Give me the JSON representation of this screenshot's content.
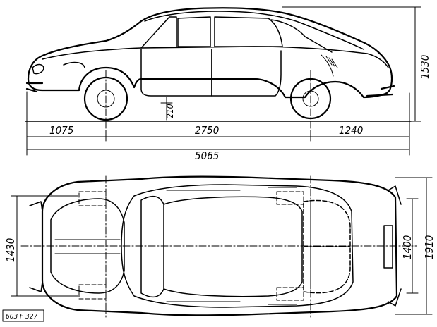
{
  "drawing": {
    "side_view": {
      "dimensions": {
        "front_overhang": "1075",
        "wheelbase": "2750",
        "rear_overhang": "1240",
        "overall_length": "5065",
        "height": "1530",
        "ground_clearance": "210"
      }
    },
    "top_view": {
      "dimensions": {
        "front_track": "1430",
        "rear_track": "1400",
        "overall_width": "1910"
      }
    },
    "reference_label": "603 F 327"
  }
}
